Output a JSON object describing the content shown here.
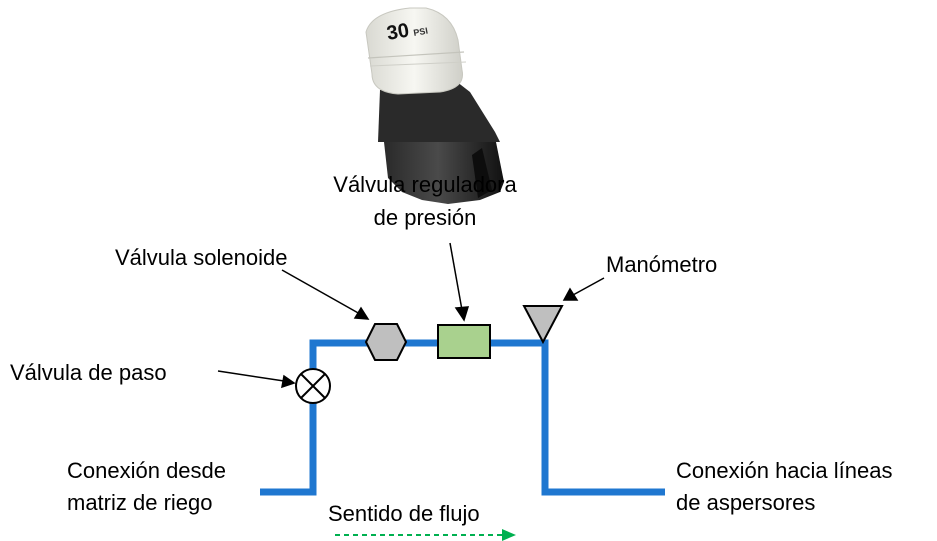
{
  "labels": {
    "regulator_line1": "Válvula reguladora",
    "regulator_line2": "de presión",
    "solenoid": "Válvula solenoide",
    "gauge": "Manómetro",
    "gate_valve": "Válvula de paso",
    "inlet_line1": "Conexión desde",
    "inlet_line2": "matriz de riego",
    "outlet_line1": "Conexión hacia líneas",
    "outlet_line2": "de aspersores",
    "flow": "Sentido de flujo"
  },
  "photo": {
    "cap_number": "30",
    "cap_unit": "PSI"
  },
  "colors": {
    "pipe": "#1f77d0",
    "regulator_fill": "#a9d18e",
    "solenoid_fill": "#bfbfbf",
    "gauge_fill": "#bfbfbf",
    "flow_arrow": "#00b050"
  }
}
